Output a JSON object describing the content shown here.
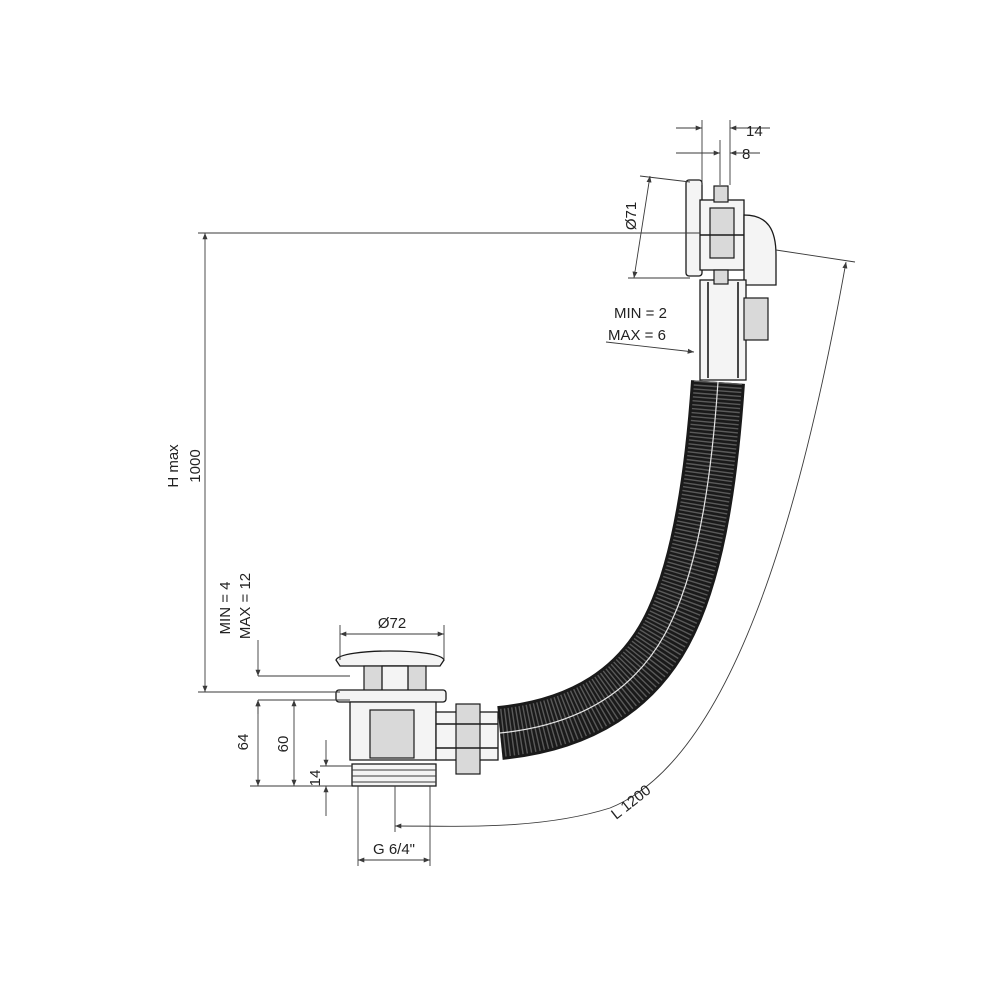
{
  "labels": {
    "dim_14_top": "14",
    "dim_8_top": "8",
    "dim_d71": "Ø71",
    "overflow_min": "MIN = 2",
    "overflow_max": "MAX = 6",
    "h_max": "H max",
    "h_1000": "1000",
    "drain_min": "MIN = 4",
    "drain_max": "MAX = 12",
    "dim_d72": "Ø72",
    "dim_64": "64",
    "dim_60": "60",
    "dim_14_bottom": "14",
    "thread": "G 6/4\"",
    "length": "L 1200"
  },
  "colors": {
    "line": "#1a1a1a",
    "hose": "#2b2b2b",
    "fill": "#f4f4f4"
  }
}
